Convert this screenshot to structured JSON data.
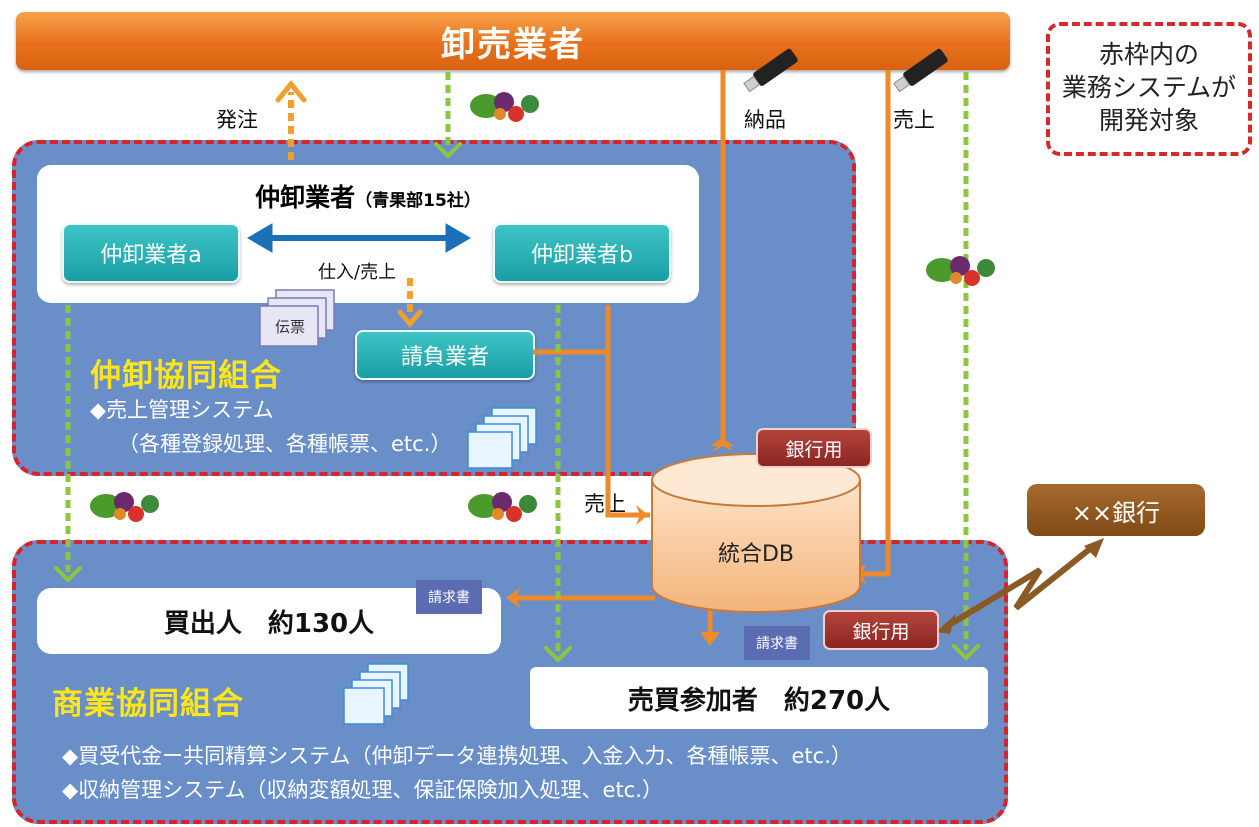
{
  "header": {
    "wholesaler": "卸売業者"
  },
  "note": {
    "lines": [
      "赤枠内の",
      "業務システムが",
      "開発対象"
    ]
  },
  "flow_labels": {
    "order": "発注",
    "delivery": "納品",
    "sales_top": "売上",
    "sales_db": "売上",
    "trade": "仕入/売上"
  },
  "nakaoroshi": {
    "title": "仲卸業者",
    "subtitle": "（青果部15社）",
    "a": "仲卸業者a",
    "b": "仲卸業者b",
    "slip": "伝票",
    "contractor": "請負業者"
  },
  "nakaoroshi_coop": {
    "title": "仲卸協同組合",
    "system_line1": "◆売上管理システム",
    "system_line2": "（各種登録処理、各種帳票、etc.）"
  },
  "db": {
    "label": "統合DB",
    "bank_tag_top": "銀行用",
    "bank_tag_bottom": "銀行用",
    "bank": "××銀行"
  },
  "buyers": {
    "label": "買出人　約130人",
    "invoice": "請求書"
  },
  "traders": {
    "label": "売買参加者　約270人",
    "invoice": "請求書"
  },
  "commerce_coop": {
    "title": "商業協同組合",
    "system_line1": "◆買受代金ー共同精算システム（仲卸データ連携処理、入金入力、各種帳票、etc.）",
    "system_line2": "◆収納管理システム（収納変額処理、保証保険加入処理、etc.）"
  },
  "colors": {
    "orange": "#ee8a2a",
    "green_dashed": "#8cc63f",
    "blue_arrow": "#1b70b8",
    "brown_bolt": "#8a5a24",
    "region_fill": "#6a8fc8",
    "region_border": "#d8232a"
  }
}
